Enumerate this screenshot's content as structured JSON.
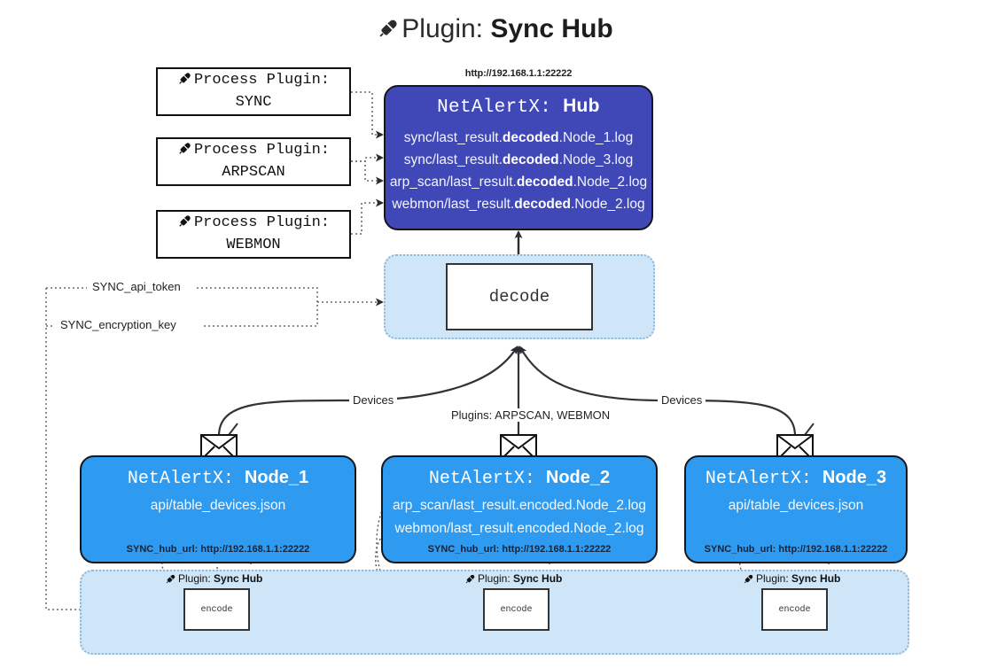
{
  "page": {
    "title_prefix": "Plugin: ",
    "title_name": "Sync Hub",
    "title_icon": "plug-icon"
  },
  "process_plugins": [
    {
      "line1": "Process Plugin:",
      "line2": "SYNC",
      "icon": "plug-icon"
    },
    {
      "line1": "Process Plugin:",
      "line2": "ARPSCAN",
      "icon": "plug-icon"
    },
    {
      "line1": "Process Plugin:",
      "line2": "WEBMON",
      "icon": "plug-icon"
    }
  ],
  "hub": {
    "url": "http://192.168.1.1:22222",
    "title_prefix": "NetAlertX: ",
    "title_name": "Hub",
    "loglines": [
      {
        "pre": "sync/last_result.",
        "em": "decoded",
        "post": ".Node_1.log"
      },
      {
        "pre": "sync/last_result.",
        "em": "decoded",
        "post": ".Node_3.log"
      },
      {
        "pre": "arp_scan/last_result.",
        "em": "decoded",
        "post": ".Node_2.log"
      },
      {
        "pre": "webmon/last_result.",
        "em": "decoded",
        "post": ".Node_2.log"
      }
    ]
  },
  "decode": {
    "label": "decode"
  },
  "secrets": [
    {
      "label": "SYNC_api_token"
    },
    {
      "label": "SYNC_encryption_key"
    }
  ],
  "edge_labels": {
    "devices_left": "Devices",
    "devices_right": "Devices",
    "plugins_center": "Plugins: ARPSCAN, WEBMON"
  },
  "nodes": [
    {
      "title_prefix": "NetAlertX: ",
      "title_name": "Node_1",
      "resources": [
        "api/table_devices.json"
      ],
      "hub_url_label": "SYNC_hub_url: http://192.168.1.1:22222",
      "icon": "envelope-icon"
    },
    {
      "title_prefix": "NetAlertX: ",
      "title_name": "Node_2",
      "resources": [
        "arp_scan/last_result.encoded.Node_2.log",
        "webmon/last_result.encoded.Node_2.log"
      ],
      "hub_url_label": "SYNC_hub_url: http://192.168.1.1:22222",
      "icon": "envelope-icon"
    },
    {
      "title_prefix": "NetAlertX: ",
      "title_name": "Node_3",
      "resources": [
        "api/table_devices.json"
      ],
      "hub_url_label": "SYNC_hub_url: http://192.168.1.1:22222",
      "icon": "envelope-icon"
    }
  ],
  "encoders": [
    {
      "caption_prefix": "Plugin: ",
      "caption_name": "Sync Hub",
      "label": "encode",
      "icon": "plug-icon"
    },
    {
      "caption_prefix": "Plugin: ",
      "caption_name": "Sync Hub",
      "label": "encode",
      "icon": "plug-icon"
    },
    {
      "caption_prefix": "Plugin: ",
      "caption_name": "Sync Hub",
      "label": "encode",
      "icon": "plug-icon"
    }
  ],
  "colors": {
    "hub_fill": "#4048b8",
    "node_fill": "#2f9bf0",
    "panel_fill": "#cfe5f8",
    "panel_stroke": "#8fb7d6",
    "stroke": "#16161d",
    "white": "#ffffff"
  }
}
